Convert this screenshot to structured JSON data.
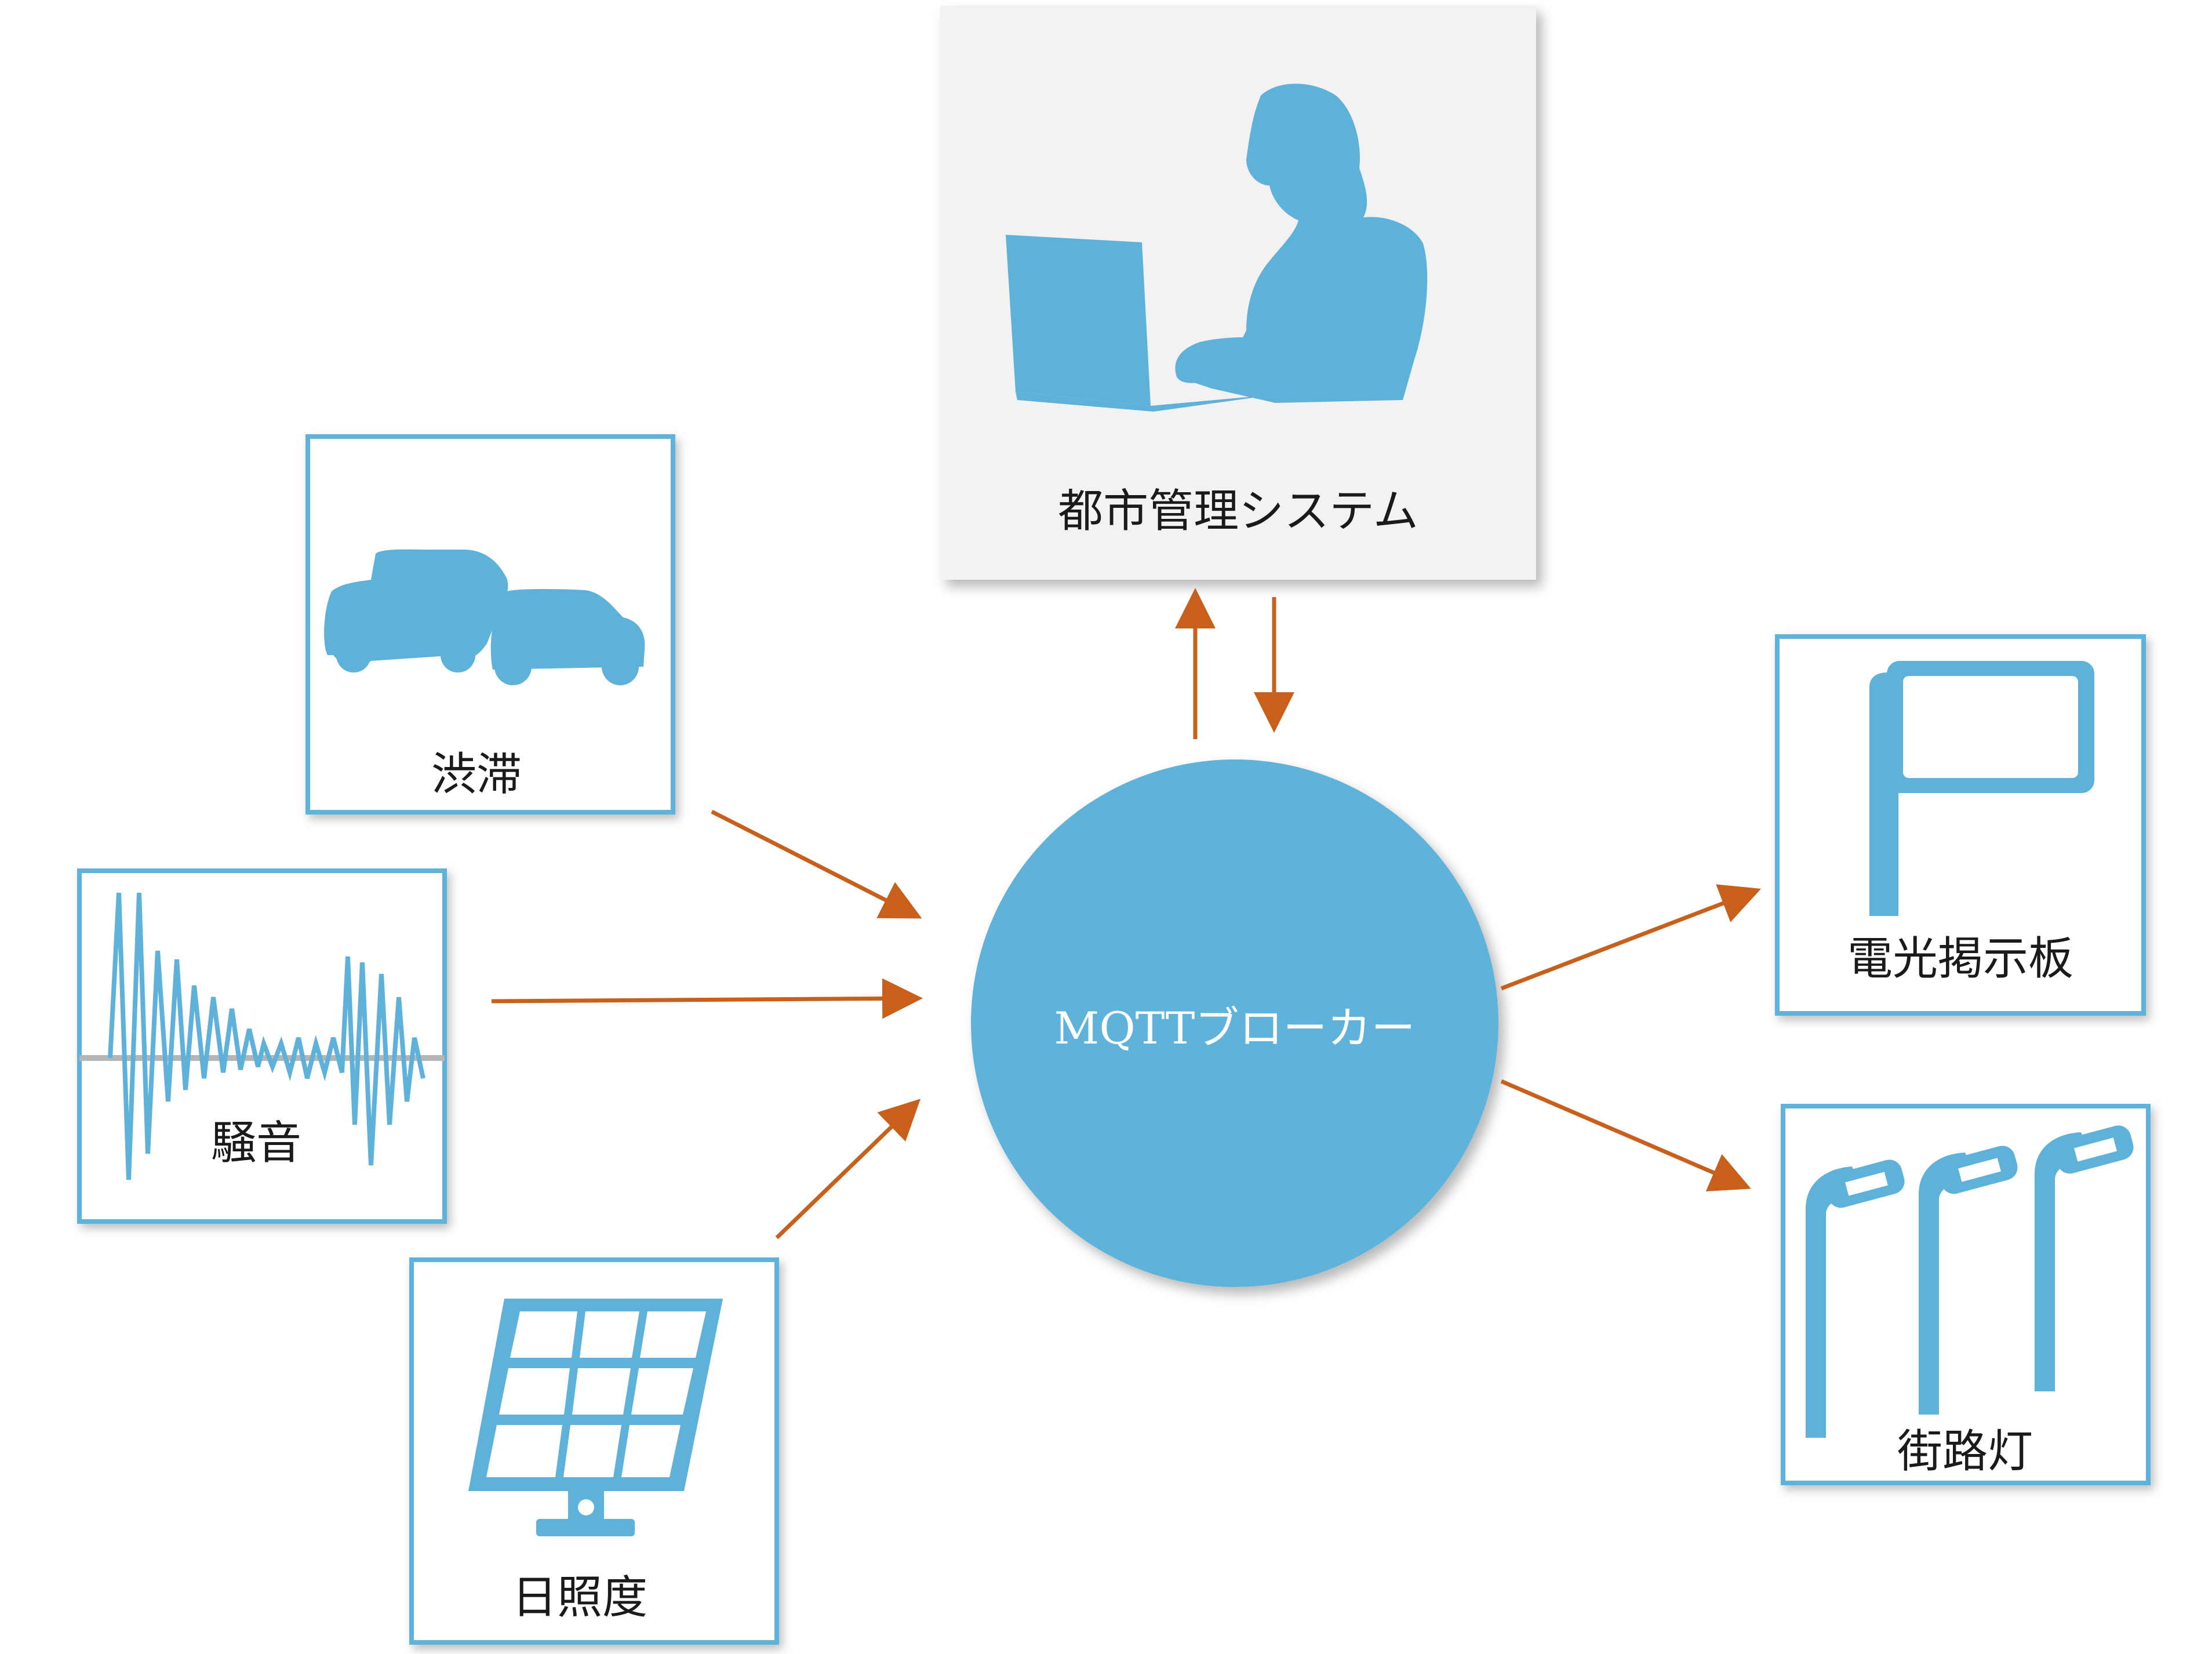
{
  "nodes": {
    "city_system": {
      "label": "都市管理システム"
    },
    "broker": {
      "label": "MQTTブローカー"
    },
    "congestion": {
      "label": "渋滞"
    },
    "noise": {
      "label": "騒音"
    },
    "sunlight": {
      "label": "日照度"
    },
    "signboard": {
      "label": "電光掲示板"
    },
    "streetlight": {
      "label": "街路灯"
    }
  },
  "colors": {
    "accent": "#5eb2d9",
    "arrow": "#c8601c",
    "box_border": "#5eb2d9",
    "system_bg": "#f2f2f2",
    "axis_gray": "#b5b5b5"
  },
  "icons": {
    "city_system": "person-laptop-icon",
    "congestion": "cars-icon",
    "noise": "sound-wave-icon",
    "sunlight": "solar-panel-icon",
    "signboard": "signboard-icon",
    "streetlight": "street-lamp-icon"
  }
}
